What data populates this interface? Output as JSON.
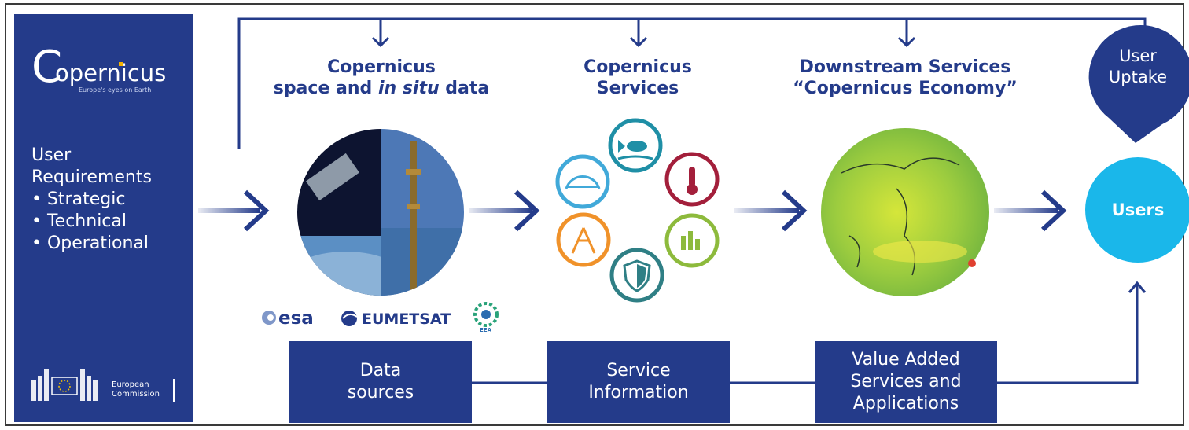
{
  "sidebar": {
    "logo_letter": "C",
    "logo_word": "opernicus",
    "logo_tagline": "Europe's eyes on Earth",
    "requirements_title": [
      "User",
      "Requirements"
    ],
    "requirements_items": [
      "• Strategic",
      "• Technical",
      "• Operational"
    ],
    "ec_label": [
      "European",
      "Commission"
    ]
  },
  "columns": {
    "data": {
      "line1": "Copernicus",
      "line2_a": "space and ",
      "line2_b": "in situ",
      "line2_c": " data"
    },
    "services": {
      "line1": "Copernicus",
      "line2": "Services"
    },
    "downstream": {
      "line1": "Downstream Services",
      "line2": "“Copernicus Economy”"
    }
  },
  "partners": {
    "esa": "esa",
    "eumetsat": "EUMETSAT",
    "eea": "EEA"
  },
  "bottom_boxes": {
    "data_sources": [
      "Data",
      "sources"
    ],
    "service_info": [
      "Service",
      "Information"
    ],
    "value_added": [
      "Value Added",
      "Services and",
      "Applications"
    ]
  },
  "users": {
    "label": "Users",
    "uptake": [
      "User",
      "Uptake"
    ]
  },
  "colors": {
    "navy": "#243b8a",
    "cyan": "#1ab7ea",
    "fisheries_teal": "#1f8fa6",
    "atmosphere_blue": "#41a9d9",
    "climate_red": "#a31f3b",
    "emergency_orange": "#f0922a",
    "land_green": "#8dba3c",
    "security_teal": "#2f7f85"
  },
  "icons": [
    "atmosphere-icon",
    "fish-icon",
    "thermometer-icon",
    "emergency-icon",
    "security-shield-icon",
    "land-icon"
  ]
}
